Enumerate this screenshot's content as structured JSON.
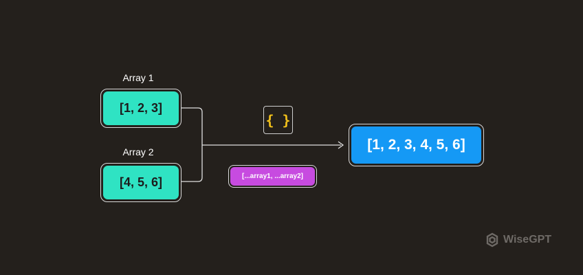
{
  "array1": {
    "label": "Array 1",
    "value": "[1, 2, 3]"
  },
  "array2": {
    "label": "Array 2",
    "value": "[4, 5, 6]"
  },
  "operator": {
    "symbol": "{ }",
    "code": "[...array1, ...array2]"
  },
  "result": {
    "value": "[1, 2, 3, 4, 5, 6]"
  },
  "brand": {
    "name": "WiseGPT",
    "icon": "wisegpt-logo-icon"
  },
  "colors": {
    "background": "#24201c",
    "input_box": "#2fe3c3",
    "result_box": "#1599f5",
    "spread_box": "#c74be0",
    "brace": "#f3c21a"
  }
}
